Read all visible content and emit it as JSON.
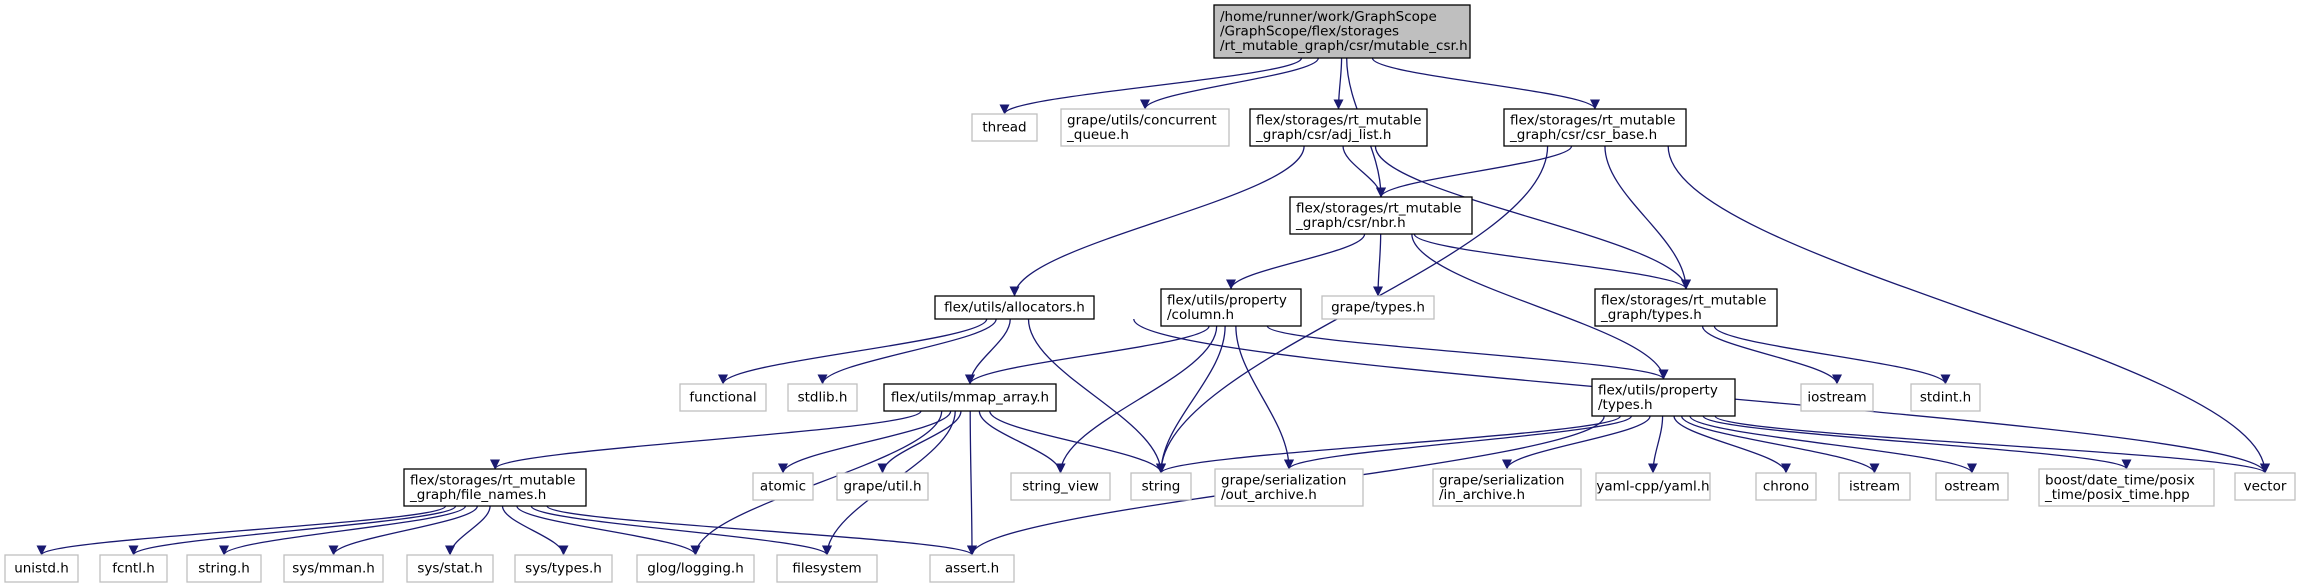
{
  "colors": {
    "edge": "#191970",
    "root_fill": "#bfbfbf",
    "root_border": "#000000",
    "internal_border": "#000000",
    "external_border": "#bfbfbf",
    "text": "#000000"
  },
  "graph": {
    "nodes": [
      {
        "id": "root",
        "kind": "root",
        "lines": [
          "/home/runner/work/GraphScope",
          "/GraphScope/flex/storages",
          "/rt_mutable_graph/csr/mutable_csr.h"
        ]
      },
      {
        "id": "thread",
        "kind": "external",
        "lines": [
          "thread"
        ]
      },
      {
        "id": "concurrent_queue",
        "kind": "external",
        "lines": [
          "grape/utils/concurrent",
          "_queue.h"
        ]
      },
      {
        "id": "adj_list",
        "kind": "internal",
        "lines": [
          "flex/storages/rt_mutable",
          "_graph/csr/adj_list.h"
        ]
      },
      {
        "id": "csr_base",
        "kind": "internal",
        "lines": [
          "flex/storages/rt_mutable",
          "_graph/csr/csr_base.h"
        ]
      },
      {
        "id": "nbr",
        "kind": "internal",
        "lines": [
          "flex/storages/rt_mutable",
          "_graph/csr/nbr.h"
        ]
      },
      {
        "id": "allocators",
        "kind": "internal",
        "lines": [
          "flex/utils/allocators.h"
        ]
      },
      {
        "id": "column",
        "kind": "internal",
        "lines": [
          "flex/utils/property",
          "/column.h"
        ]
      },
      {
        "id": "grape_types",
        "kind": "external",
        "lines": [
          "grape/types.h"
        ]
      },
      {
        "id": "rmg_types",
        "kind": "internal",
        "lines": [
          "flex/storages/rt_mutable",
          "_graph/types.h"
        ]
      },
      {
        "id": "functional",
        "kind": "external",
        "lines": [
          "functional"
        ]
      },
      {
        "id": "stdlib",
        "kind": "external",
        "lines": [
          "stdlib.h"
        ]
      },
      {
        "id": "mmap_array",
        "kind": "internal",
        "lines": [
          "flex/utils/mmap_array.h"
        ]
      },
      {
        "id": "prop_types",
        "kind": "internal",
        "lines": [
          "flex/utils/property",
          "/types.h"
        ]
      },
      {
        "id": "iostream",
        "kind": "external",
        "lines": [
          "iostream"
        ]
      },
      {
        "id": "stdint",
        "kind": "external",
        "lines": [
          "stdint.h"
        ]
      },
      {
        "id": "file_names",
        "kind": "internal",
        "lines": [
          "flex/storages/rt_mutable",
          "_graph/file_names.h"
        ]
      },
      {
        "id": "atomic",
        "kind": "external",
        "lines": [
          "atomic"
        ]
      },
      {
        "id": "grape_util",
        "kind": "external",
        "lines": [
          "grape/util.h"
        ]
      },
      {
        "id": "string_view",
        "kind": "external",
        "lines": [
          "string_view"
        ]
      },
      {
        "id": "string",
        "kind": "external",
        "lines": [
          "string"
        ]
      },
      {
        "id": "out_archive",
        "kind": "external",
        "lines": [
          "grape/serialization",
          "/out_archive.h"
        ]
      },
      {
        "id": "in_archive",
        "kind": "external",
        "lines": [
          "grape/serialization",
          "/in_archive.h"
        ]
      },
      {
        "id": "yaml",
        "kind": "external",
        "lines": [
          "yaml-cpp/yaml.h"
        ]
      },
      {
        "id": "chrono",
        "kind": "external",
        "lines": [
          "chrono"
        ]
      },
      {
        "id": "istream",
        "kind": "external",
        "lines": [
          "istream"
        ]
      },
      {
        "id": "ostream",
        "kind": "external",
        "lines": [
          "ostream"
        ]
      },
      {
        "id": "posix_time",
        "kind": "external",
        "lines": [
          "boost/date_time/posix",
          "_time/posix_time.hpp"
        ]
      },
      {
        "id": "vector",
        "kind": "external",
        "lines": [
          "vector"
        ]
      },
      {
        "id": "unistd",
        "kind": "external",
        "lines": [
          "unistd.h"
        ]
      },
      {
        "id": "fcntl",
        "kind": "external",
        "lines": [
          "fcntl.h"
        ]
      },
      {
        "id": "string_h",
        "kind": "external",
        "lines": [
          "string.h"
        ]
      },
      {
        "id": "sys_mman",
        "kind": "external",
        "lines": [
          "sys/mman.h"
        ]
      },
      {
        "id": "sys_stat",
        "kind": "external",
        "lines": [
          "sys/stat.h"
        ]
      },
      {
        "id": "sys_types",
        "kind": "external",
        "lines": [
          "sys/types.h"
        ]
      },
      {
        "id": "glog",
        "kind": "external",
        "lines": [
          "glog/logging.h"
        ]
      },
      {
        "id": "filesystem",
        "kind": "external",
        "lines": [
          "filesystem"
        ]
      },
      {
        "id": "assert",
        "kind": "external",
        "lines": [
          "assert.h"
        ]
      }
    ],
    "edges": [
      [
        "root",
        "thread"
      ],
      [
        "root",
        "concurrent_queue"
      ],
      [
        "root",
        "adj_list"
      ],
      [
        "root",
        "nbr"
      ],
      [
        "root",
        "csr_base"
      ],
      [
        "adj_list",
        "nbr"
      ],
      [
        "adj_list",
        "allocators"
      ],
      [
        "adj_list",
        "rmg_types"
      ],
      [
        "csr_base",
        "nbr"
      ],
      [
        "csr_base",
        "rmg_types"
      ],
      [
        "csr_base",
        "string"
      ],
      [
        "csr_base",
        "vector"
      ],
      [
        "nbr",
        "column"
      ],
      [
        "nbr",
        "grape_types"
      ],
      [
        "nbr",
        "rmg_types"
      ],
      [
        "nbr",
        "prop_types"
      ],
      [
        "allocators",
        "functional"
      ],
      [
        "allocators",
        "stdlib"
      ],
      [
        "allocators",
        "mmap_array"
      ],
      [
        "allocators",
        "string"
      ],
      [
        "allocators",
        "vector"
      ],
      [
        "column",
        "mmap_array"
      ],
      [
        "column",
        "prop_types"
      ],
      [
        "column",
        "string_view"
      ],
      [
        "column",
        "string"
      ],
      [
        "column",
        "out_archive"
      ],
      [
        "rmg_types",
        "iostream"
      ],
      [
        "rmg_types",
        "stdint"
      ],
      [
        "mmap_array",
        "file_names"
      ],
      [
        "mmap_array",
        "atomic"
      ],
      [
        "mmap_array",
        "grape_util"
      ],
      [
        "mmap_array",
        "string_view"
      ],
      [
        "mmap_array",
        "string"
      ],
      [
        "mmap_array",
        "glog"
      ],
      [
        "mmap_array",
        "filesystem"
      ],
      [
        "mmap_array",
        "assert"
      ],
      [
        "prop_types",
        "string"
      ],
      [
        "prop_types",
        "out_archive"
      ],
      [
        "prop_types",
        "in_archive"
      ],
      [
        "prop_types",
        "yaml"
      ],
      [
        "prop_types",
        "chrono"
      ],
      [
        "prop_types",
        "istream"
      ],
      [
        "prop_types",
        "ostream"
      ],
      [
        "prop_types",
        "posix_time"
      ],
      [
        "prop_types",
        "vector"
      ],
      [
        "prop_types",
        "assert"
      ],
      [
        "file_names",
        "unistd"
      ],
      [
        "file_names",
        "fcntl"
      ],
      [
        "file_names",
        "string_h"
      ],
      [
        "file_names",
        "sys_mman"
      ],
      [
        "file_names",
        "sys_stat"
      ],
      [
        "file_names",
        "sys_types"
      ],
      [
        "file_names",
        "glog"
      ],
      [
        "file_names",
        "filesystem"
      ],
      [
        "file_names",
        "assert"
      ]
    ]
  }
}
